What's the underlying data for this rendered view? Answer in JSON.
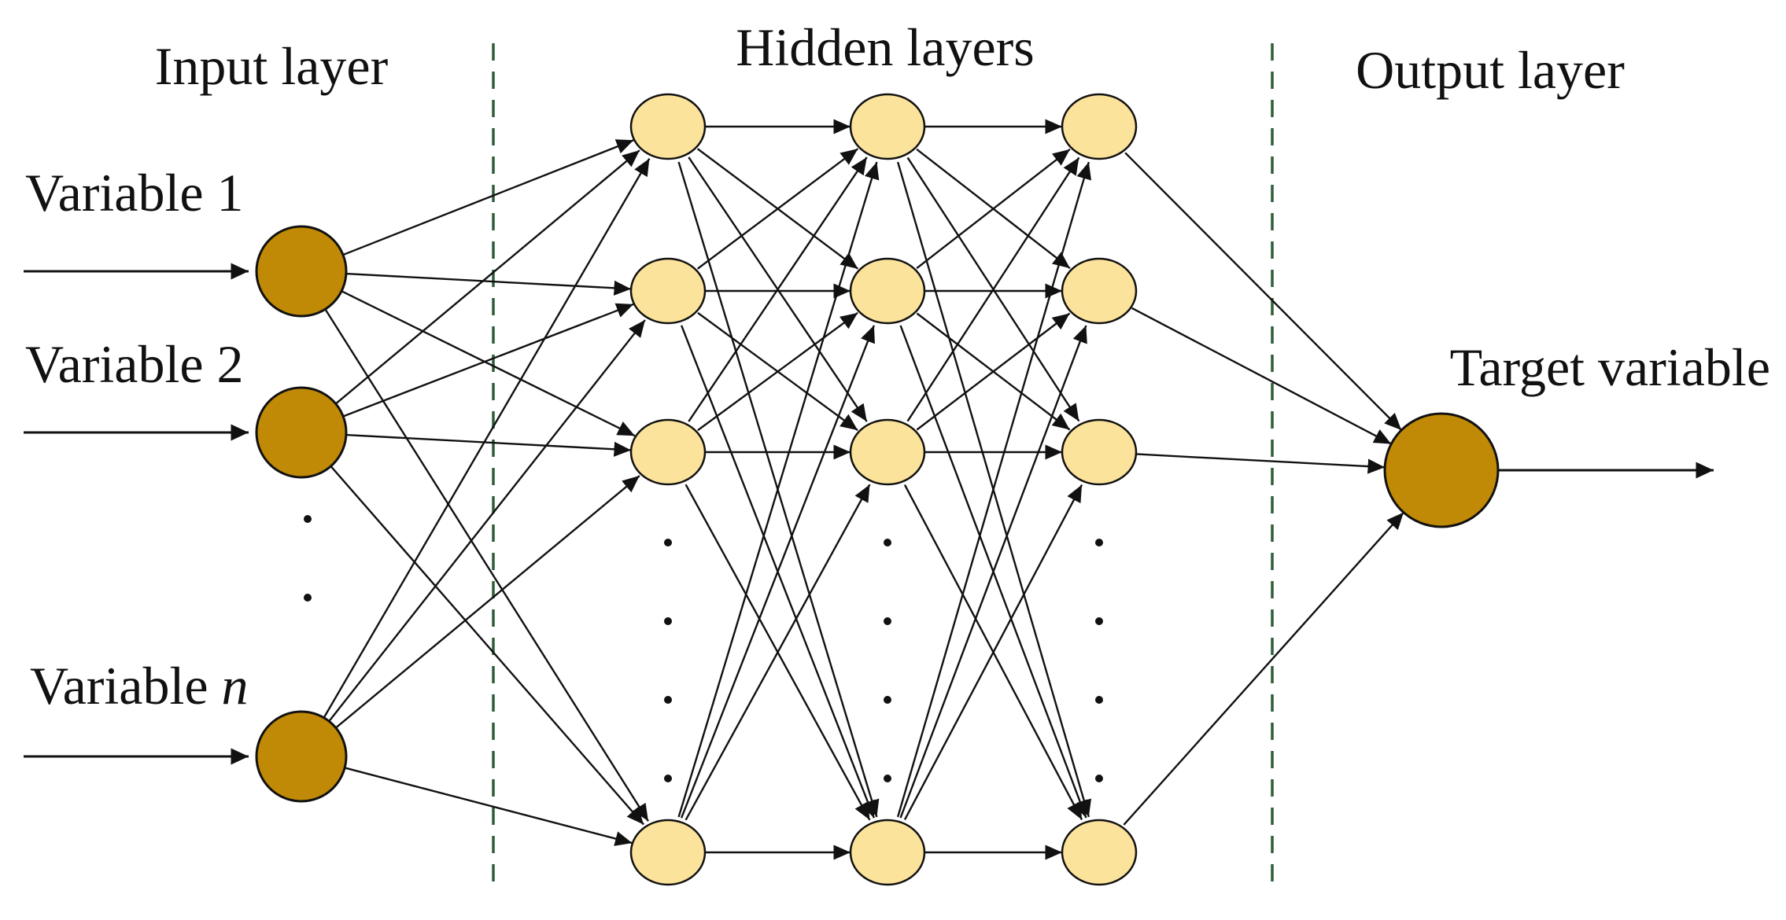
{
  "headers": {
    "input": "Input layer",
    "hidden": "Hidden layers",
    "output": "Output layer"
  },
  "inputs": {
    "var1": "Variable 1",
    "var2": "Variable 2",
    "varn_prefix": "Variable ",
    "varn_suffix": "n"
  },
  "output": {
    "target": "Target variable"
  },
  "colors": {
    "io_node": "#c18a06",
    "hidden_node": "#fce39b",
    "edge": "#111111",
    "separator": "#2f5d3a"
  }
}
